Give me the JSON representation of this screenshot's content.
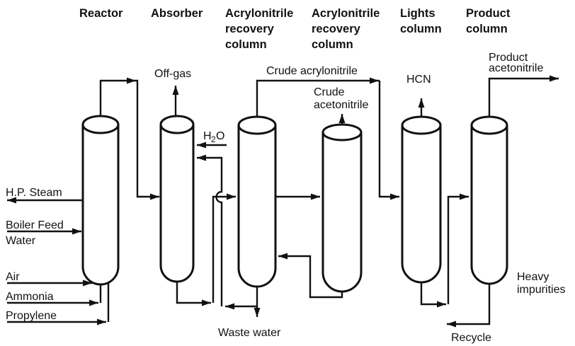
{
  "columns": [
    {
      "title_lines": [
        "Reactor"
      ]
    },
    {
      "title_lines": [
        "Absorber"
      ]
    },
    {
      "title_lines": [
        "Acrylonitrile",
        "recovery",
        "column"
      ]
    },
    {
      "title_lines": [
        "Acrylonitrile",
        "recovery",
        "column"
      ]
    },
    {
      "title_lines": [
        "Lights",
        "column"
      ]
    },
    {
      "title_lines": [
        "Product",
        "column"
      ]
    }
  ],
  "streams": {
    "hp_steam": "H.P. Steam",
    "boiler_feed_water_lines": [
      "Boiler Feed",
      "Water"
    ],
    "air": "Air",
    "ammonia": "Ammonia",
    "propylene": "Propylene",
    "off_gas": "Off-gas",
    "h2o": {
      "h": "H",
      "sub": "2",
      "o": "O"
    },
    "crude_acrylonitrile": "Crude acrylonitrile",
    "crude_acetonitrile_lines": [
      "Crude",
      "acetonitrile"
    ],
    "hcn": "HCN",
    "product_acetonitrile_lines": [
      "Product",
      "acetonitrile"
    ],
    "waste_water": "Waste water",
    "heavy_impurities_lines": [
      "Heavy",
      "impurities"
    ],
    "recycle": "Recycle"
  },
  "colors": {
    "ink": "#111111",
    "background": "#ffffff"
  }
}
